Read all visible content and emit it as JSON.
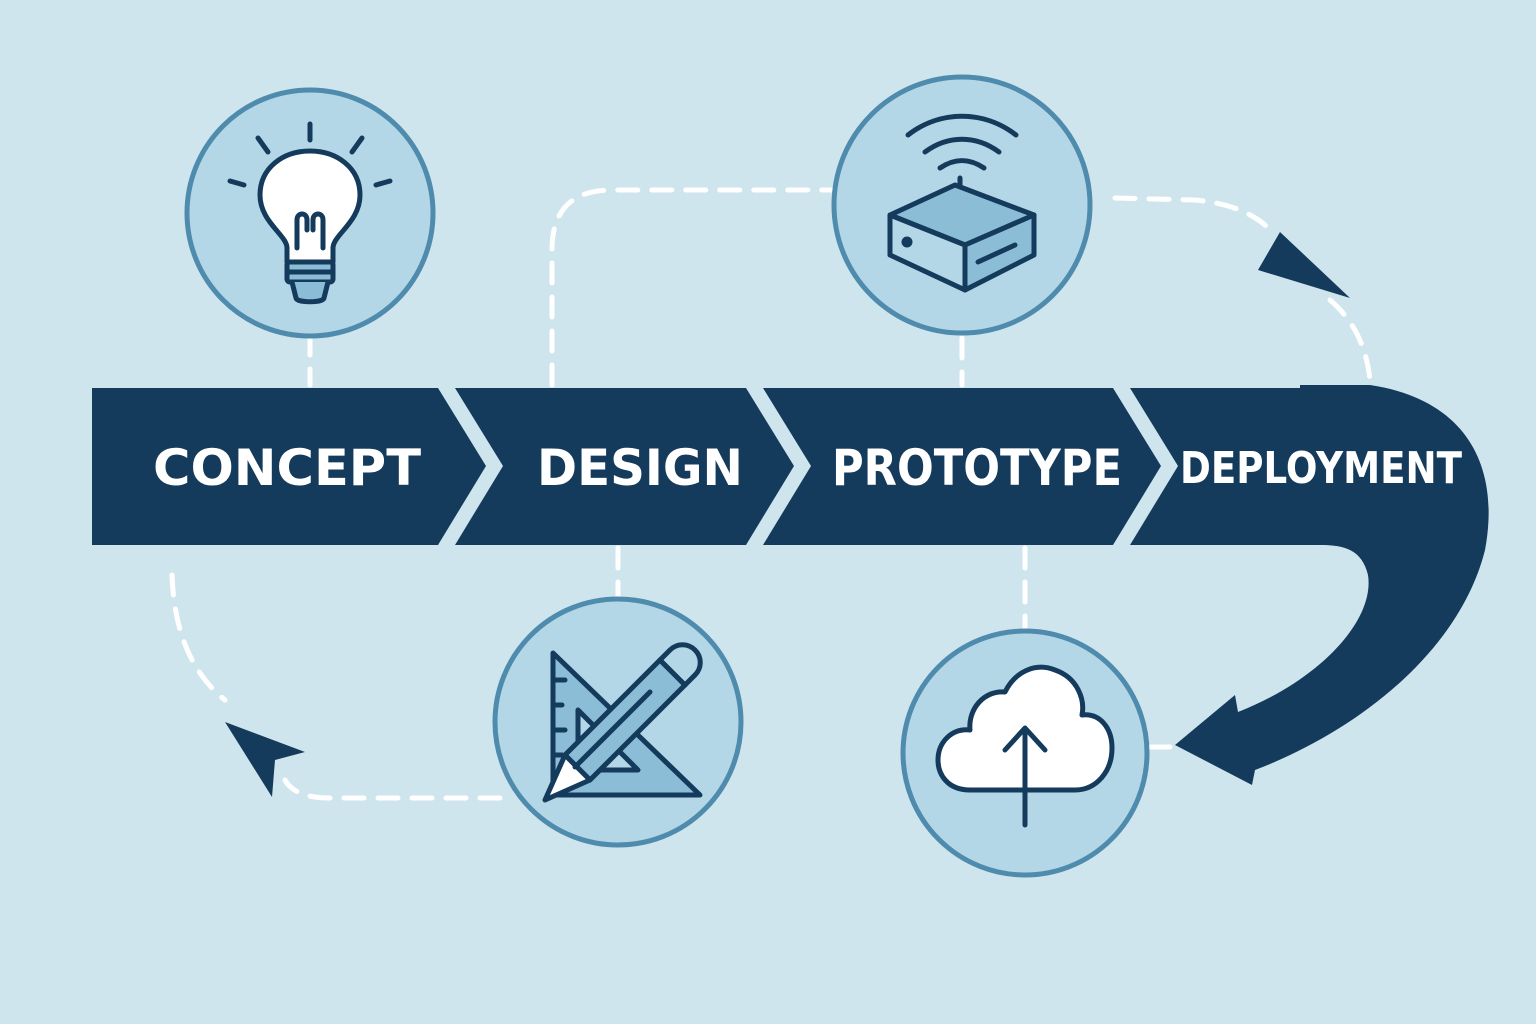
{
  "diagram": {
    "stages": [
      {
        "id": "concept",
        "label": "CONCEPT",
        "icon": "lightbulb-icon"
      },
      {
        "id": "design",
        "label": "DESIGN",
        "icon": "ruler-pencil-icon"
      },
      {
        "id": "prototype",
        "label": "PROTOTYPE",
        "icon": "wireless-device-icon"
      },
      {
        "id": "deployment",
        "label": "DEPLOYMENT",
        "icon": "cloud-upload-icon"
      }
    ],
    "colors": {
      "background": "#cfe5ee",
      "banner": "#143a5c",
      "circle_fill": "#b3d7e6",
      "circle_stroke": "#4f8bad",
      "icon_stroke": "#143a5c",
      "icon_fill_light": "#8cbdd6",
      "dashed_line": "#ffffff",
      "label_text": "#ffffff"
    }
  }
}
